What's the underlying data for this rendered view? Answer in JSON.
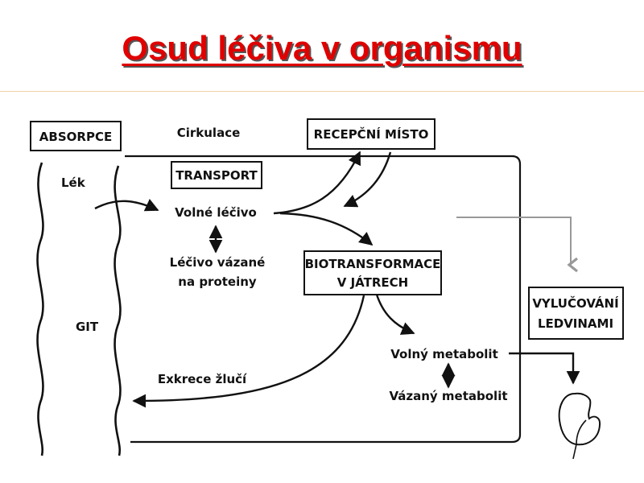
{
  "title": "Osud léčiva v organismu",
  "diagram": {
    "absorpce": "ABSORPCE",
    "cirkulace": "Cirkulace",
    "recepcni_misto": "RECEPČNÍ MÍSTO",
    "lek": "Lék",
    "transport": "TRANSPORT",
    "volne_lecivo": "Volné léčivo",
    "vazane_line1": "Léčivo vázané",
    "vazane_line2": "na proteiny",
    "biotrans_line1": "BIOTRANSFORMACE",
    "biotrans_line2": "V JÁTRECH",
    "git": "GIT",
    "vylucovani_line1": "VYLUČOVÁNÍ",
    "vylucovani_line2": "LEDVINAMI",
    "volny_metabolit": "Volný metabolit",
    "vazany_metabolit": "Vázaný metabolit",
    "exkrece": "Exkrece žlučí"
  },
  "colors": {
    "title": "#e00000",
    "title_shadow": "#555555",
    "ink": "#111111",
    "gray_arrow": "#999999",
    "rule": "#f0d0a8"
  },
  "icons": [
    "kidney-icon"
  ]
}
